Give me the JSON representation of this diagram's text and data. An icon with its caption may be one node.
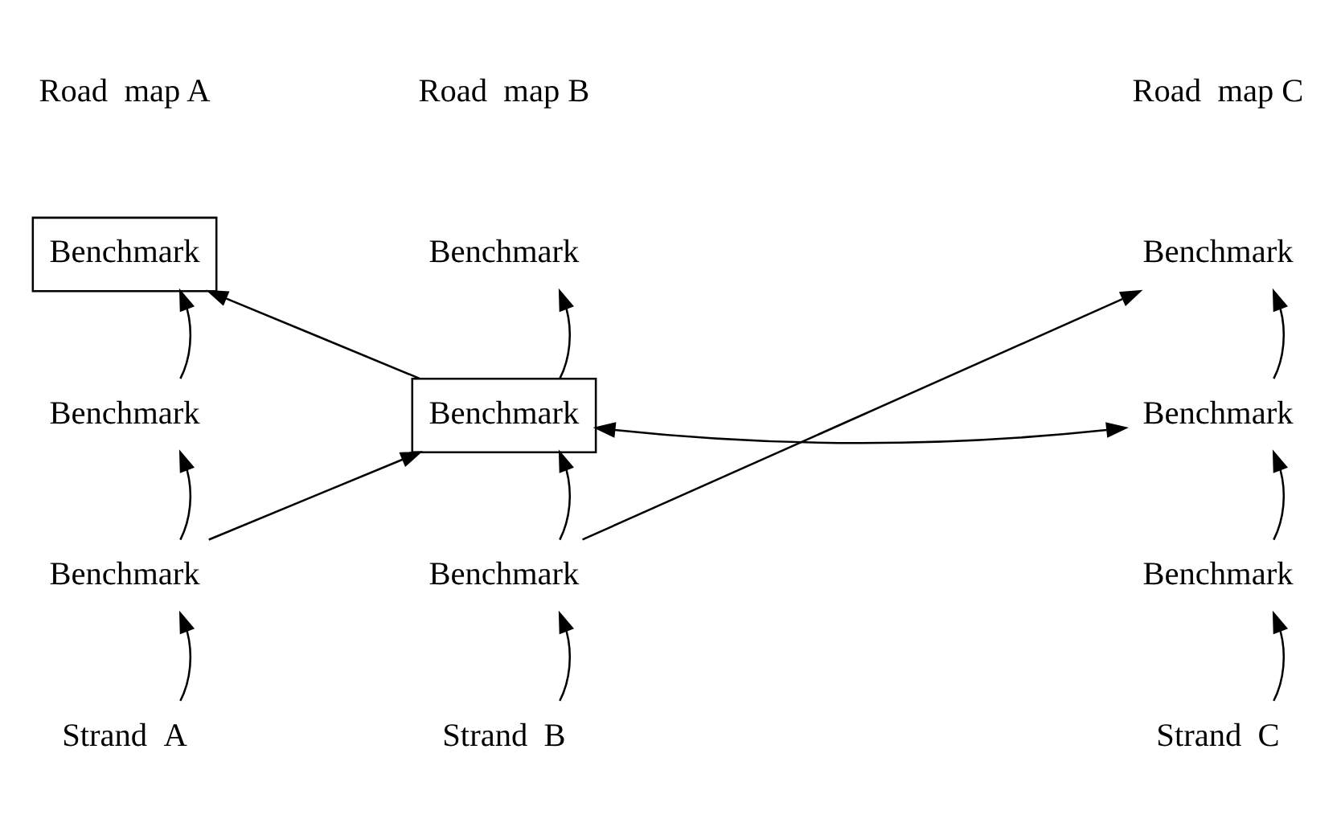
{
  "diagram": {
    "nodes": [
      {
        "text": [
          "Benchmark"
        ]
      },
      {
        "text": [
          "Benchmark"
        ]
      },
      {
        "text": [
          "Benchmark"
        ]
      },
      {
        "text": [
          "Benchmark"
        ]
      },
      {
        "text": [
          "Benchmark"
        ]
      },
      {
        "text": [
          "Benchmark"
        ]
      },
      {
        "text": [
          "Benchmark"
        ]
      },
      {
        "text": [
          "Benchmark"
        ]
      },
      {
        "text": [
          "Benchmark"
        ]
      },
      {
        "text": [
          "Strand  A"
        ]
      },
      {
        "text": [
          "Strand  B"
        ]
      },
      {
        "text": [
          "Strand  C"
        ]
      }
    ],
    "edges": [
      {
        "from": 3,
        "to": 0,
        "arrow": "to"
      },
      {
        "from": 4,
        "to": 0,
        "arrow": "to"
      },
      {
        "from": 4,
        "to": 1,
        "arrow": "to"
      },
      {
        "from": 7,
        "to": 2,
        "arrow": "to"
      },
      {
        "from": 5,
        "to": 2,
        "arrow": "to"
      },
      {
        "from": 4,
        "to": 5,
        "arrow": "both"
      },
      {
        "from": 6,
        "to": 3,
        "arrow": "to"
      },
      {
        "from": 6,
        "to": 4,
        "arrow": "to"
      },
      {
        "from": 7,
        "to": 4,
        "arrow": "to"
      },
      {
        "from": 8,
        "to": 5,
        "arrow": "to"
      },
      {
        "from": 9,
        "to": 6,
        "arrow": "to"
      },
      {
        "from": 10,
        "to": 7,
        "arrow": "to"
      },
      {
        "from": 11,
        "to": 8,
        "arrow": "to"
      }
    ],
    "labels": [
      "Road  map A",
      "Road  map B",
      "Road  map C"
    ]
  }
}
